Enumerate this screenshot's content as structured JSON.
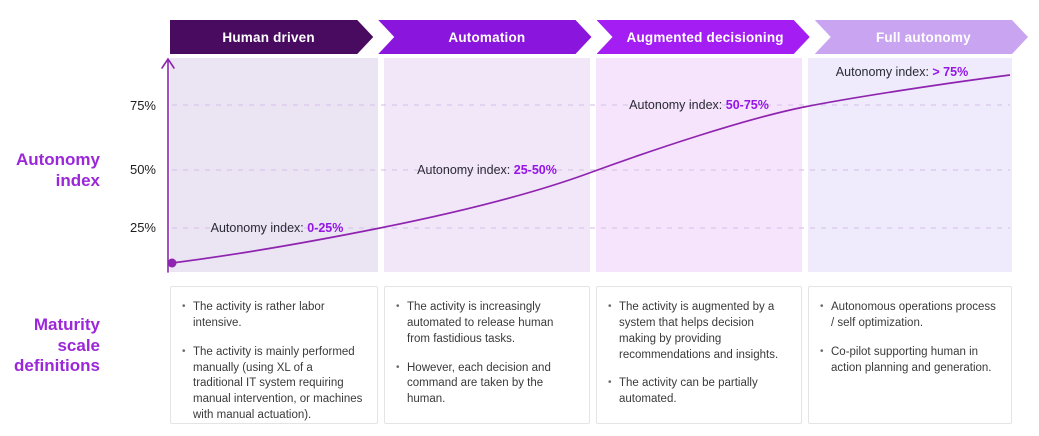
{
  "header": {
    "stages": [
      {
        "label": "Human driven",
        "color": "#480b60",
        "text_color": "#ffffff"
      },
      {
        "label": "Automation",
        "color": "#8a15dc",
        "text_color": "#ffffff"
      },
      {
        "label": "Augmented decisioning",
        "color": "#a41ef4",
        "text_color": "#ffffff"
      },
      {
        "label": "Full autonomy",
        "color": "#c9a4f1",
        "text_color": "#ffffff"
      }
    ]
  },
  "chart": {
    "left_title": "Autonomy\nindex",
    "y_ticks": {
      "t75": "75%",
      "t50": "50%",
      "t25": "25%"
    },
    "panels": [
      {
        "label_prefix": "Autonomy index:",
        "label_range": "0-25%"
      },
      {
        "label_prefix": "Autonomy index:",
        "label_range": "25-50%"
      },
      {
        "label_prefix": "Autonomy index:",
        "label_range": "50-75%"
      },
      {
        "label_prefix": "Autonomy index:",
        "label_range": "> 75%"
      }
    ],
    "panel_colors": [
      "#ebe4f3",
      "#f2e6f9",
      "#f6e4fc",
      "#efebfc"
    ],
    "curve_color": "#8f24b0",
    "gridline_color": "#d9c8ea",
    "accent_purple": "#9b27d9",
    "range_text_color": "#9415e6",
    "curve_percent_at_stage_boundaries": [
      10,
      25,
      50,
      75,
      86
    ]
  },
  "definitions": {
    "left_title": "Maturity\nscale\ndefinitions",
    "cards": [
      {
        "bullets": [
          "The activity is rather labor intensive.",
          "The activity is mainly performed manually (using XL of a traditional IT system requiring manual intervention, or machines with manual actuation)."
        ]
      },
      {
        "bullets": [
          "The activity is increasingly automated to release human from fastidious tasks.",
          "However, each decision and command are taken by the human."
        ]
      },
      {
        "bullets": [
          "The activity is augmented by a system that helps decision making by providing recommendations and insights.",
          "The activity can be partially automated."
        ]
      },
      {
        "bullets": [
          "Autonomous operations process / self optimization.",
          "Co-pilot supporting human in action planning and generation."
        ]
      }
    ]
  }
}
